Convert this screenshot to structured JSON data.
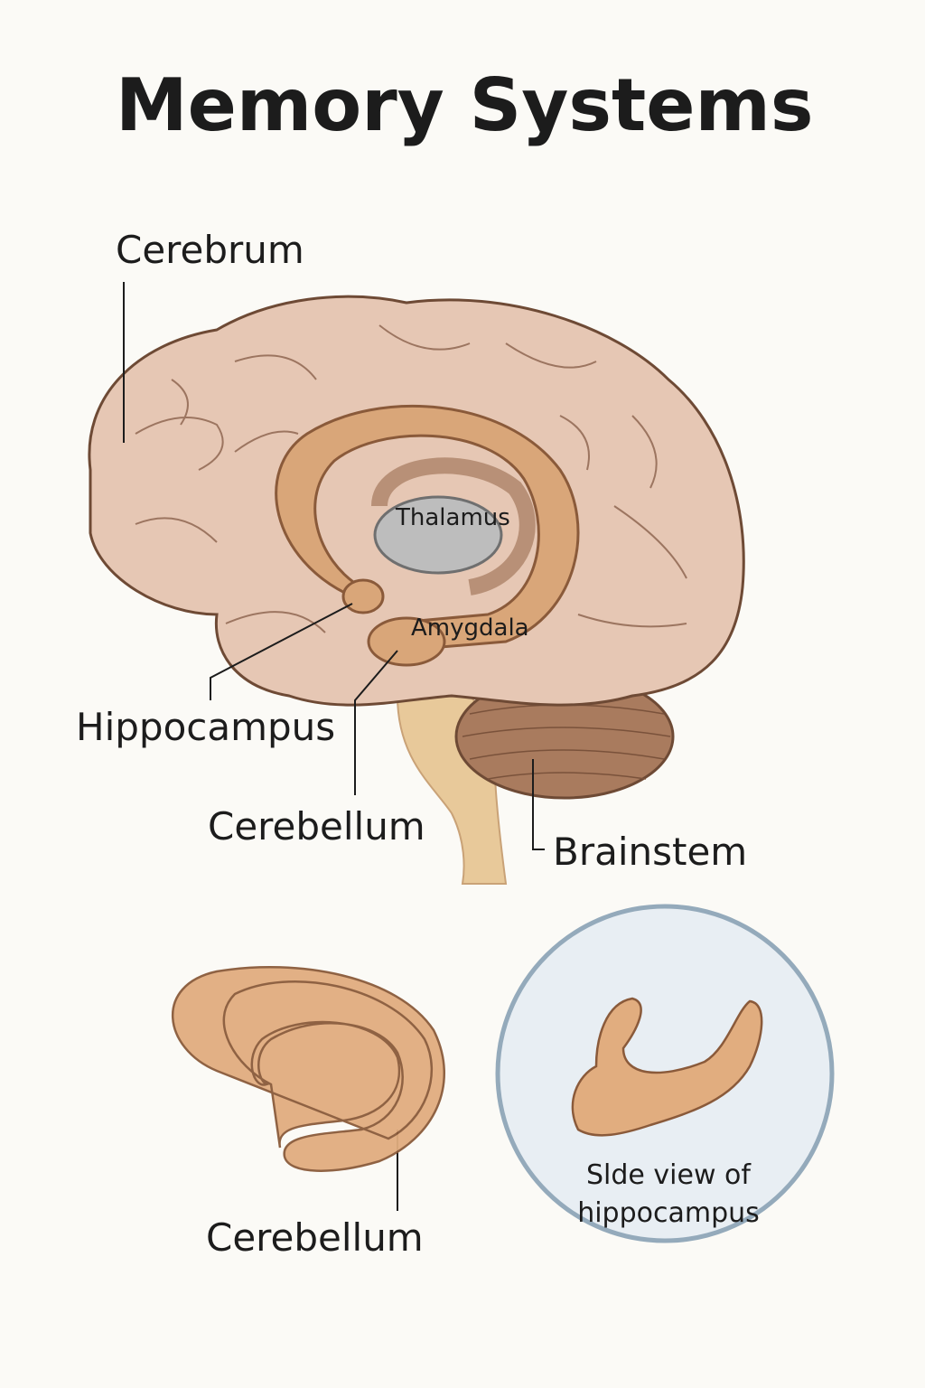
{
  "title": "Memory Systems",
  "labels": {
    "cerebrum": "Cerebrum",
    "thalamus": "Thalamus",
    "amygdala": "Amygdala",
    "hippocampus": "Hippocampus",
    "cerebellum_main": "Cerebellum",
    "brainstem": "Brainstem",
    "cerebellum_bottom": "Cerebellum"
  },
  "inset": {
    "caption_line1": "Slde view of",
    "caption_line2": "hippocampus"
  },
  "colors": {
    "background": "#fbfaf6",
    "cortex": "#e6c7b4",
    "limbic": "#d9a679",
    "cerebellum": "#a97b5e",
    "thalamus": "#bdbdbd",
    "inset_circle": "#e8eef3"
  }
}
